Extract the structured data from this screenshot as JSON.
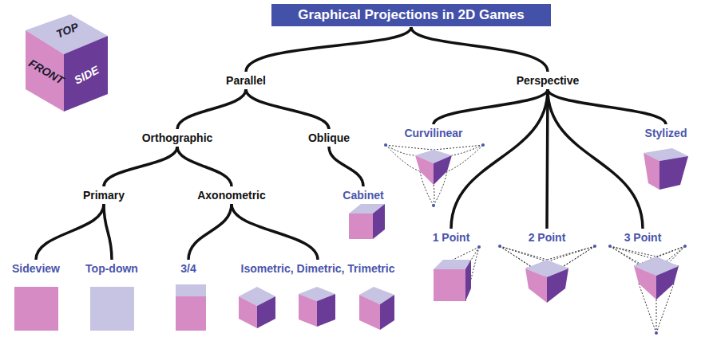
{
  "diagram": {
    "title": "Graphical Projections in 2D Games",
    "nodes": [
      {
        "text": [
          "Parallel"
        ]
      },
      {
        "text": [
          "Perspective"
        ]
      },
      {
        "text": [
          "Orthographic"
        ]
      },
      {
        "text": [
          "Oblique"
        ]
      },
      {
        "text": [
          "Curvilinear"
        ]
      },
      {
        "text": [
          "Stylized"
        ]
      },
      {
        "text": [
          "Primary"
        ]
      },
      {
        "text": [
          "Axonometric"
        ]
      },
      {
        "text": [
          "Cabinet"
        ]
      },
      {
        "text": [
          "1 Point"
        ]
      },
      {
        "text": [
          "2 Point"
        ]
      },
      {
        "text": [
          "3 Point"
        ]
      },
      {
        "text": [
          "Sideview"
        ]
      },
      {
        "text": [
          "Top-down"
        ]
      },
      {
        "text": [
          "3/4"
        ]
      },
      {
        "text": [
          "Isometric, Dimetric, Trimetric"
        ]
      }
    ],
    "edges": [
      {
        "from": 0,
        "to": 2,
        "arrow": "none"
      },
      {
        "from": 0,
        "to": 3,
        "arrow": "none"
      },
      {
        "from": 1,
        "to": 4,
        "arrow": "none"
      },
      {
        "from": 1,
        "to": 5,
        "arrow": "none"
      },
      {
        "from": 1,
        "to": 9,
        "arrow": "none"
      },
      {
        "from": 1,
        "to": 10,
        "arrow": "none"
      },
      {
        "from": 1,
        "to": 11,
        "arrow": "none"
      },
      {
        "from": 2,
        "to": 6,
        "arrow": "none"
      },
      {
        "from": 2,
        "to": 7,
        "arrow": "none"
      },
      {
        "from": 3,
        "to": 8,
        "arrow": "none"
      },
      {
        "from": 6,
        "to": 12,
        "arrow": "none"
      },
      {
        "from": 6,
        "to": 13,
        "arrow": "none"
      },
      {
        "from": 7,
        "to": 14,
        "arrow": "none"
      },
      {
        "from": 7,
        "to": 15,
        "arrow": "none"
      }
    ],
    "labels": [
      "TOP",
      "FRONT",
      "SIDE"
    ]
  }
}
